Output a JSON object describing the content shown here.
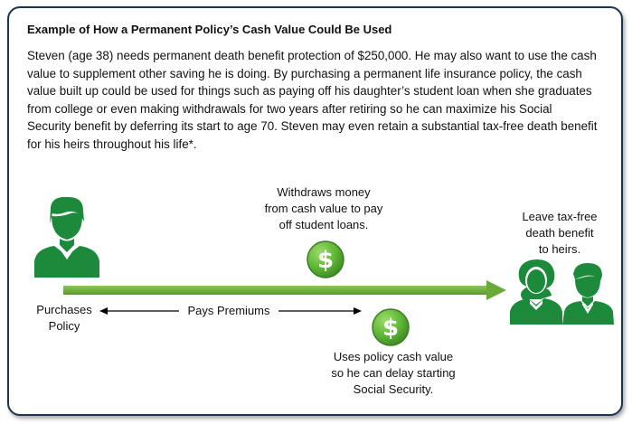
{
  "document": {
    "title": "Example of How a Permanent Policy’s Cash Value Could Be Used",
    "body": "Steven (age 38) needs permanent death benefit protection of $250,000. He may also want to use the cash value to supplement other saving he is doing.  By purchasing a permanent life insurance policy, the cash value built up could be used for things such as paying off his daughter’s student loan when she graduates from college or even making withdrawals for two years after retiring so he can maximize his Social Security benefit by deferring its start to age 70. Steven may even retain a substantial tax-free death benefit for his heirs throughout his life*."
  },
  "diagram": {
    "start_label": "Purchases\nPolicy",
    "premium_label": "Pays Premiums",
    "withdraw_label": "Withdraws money\nfrom cash value to pay\noff student loans.",
    "delay_label": "Uses policy cash value\nso he can delay starting\nSocial Security.",
    "end_label": "Leave tax-free\ndeath benefit\nto heirs.",
    "dollar_symbol": "$",
    "icons": {
      "start": "person-icon",
      "end": "couple-icon",
      "money": "dollar-coin-icon"
    },
    "colors": {
      "accent_green": "#1c8a3a",
      "arrow_green": "#6aaa3a",
      "coin_green": "#5db535",
      "border_navy": "#1e3550"
    }
  }
}
